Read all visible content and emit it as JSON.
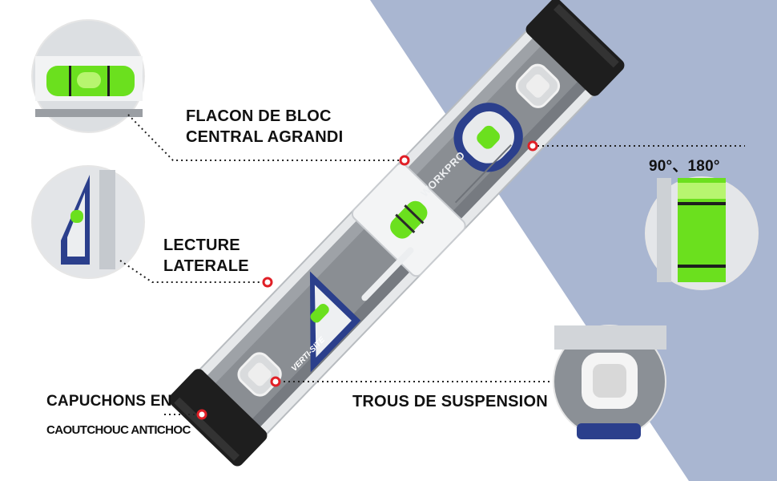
{
  "callouts": {
    "central_vial": {
      "line1": "FLACON DE BLOC",
      "line2": "CENTRAL AGRANDI"
    },
    "side_reading": {
      "line1": "LECTURE",
      "line2": "LATERALE"
    },
    "angles": "90°、180°",
    "hanging_holes": "TROUS DE SUSPENSION",
    "end_caps": {
      "line1": "CAPUCHONS EN",
      "line2": "CAOUTCHOUC ANTICHOC"
    }
  },
  "product": {
    "brand": "WORKPRO",
    "side_mark": "VERTI-SITE"
  },
  "colors": {
    "background_accent": "#a9b6d1",
    "body_gray": "#8a8e93",
    "accent_blue": "#2b3f8c",
    "bubble_green": "#6be01e",
    "marker_red": "#e01f26",
    "cap_black": "#1e1e1e"
  }
}
